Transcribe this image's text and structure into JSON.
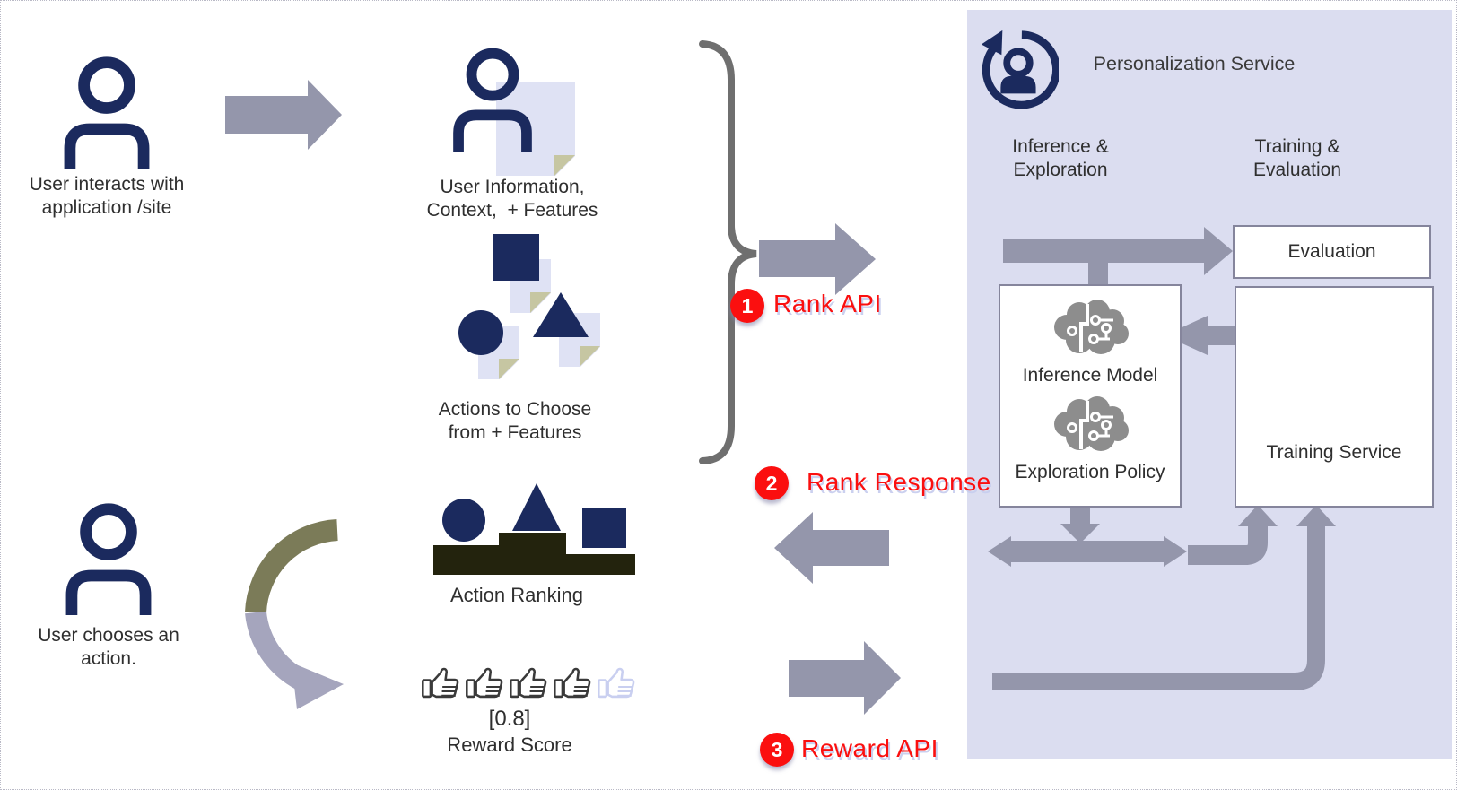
{
  "colors": {
    "navy": "#1b2a5e",
    "arrow-gray": "#9496ab",
    "panel-bg": "#dbddf0",
    "doc-bg": "#dfe2f4",
    "doc-fold": "#c6c6a2",
    "red": "#fb0f0f",
    "podium": "#23230d",
    "brace-gray": "#6f6f6f",
    "text": "#2f2f2f",
    "curve-olive": "#7b7b58",
    "curve-gray": "#a5a5bd",
    "box-border": "#85859c",
    "brain-gray": "#8d8d8d",
    "thumb-dark": "#3a3a3a",
    "thumb-faded": "#c9cff0"
  },
  "labels": {
    "user_interacts": {
      "line1": "User interacts with",
      "line2": "application /site"
    },
    "user_info": {
      "line1": "User Information,",
      "line2": "Context,  + Features"
    },
    "actions": {
      "line1": "Actions to Choose",
      "line2": "from + Features"
    },
    "user_chooses": {
      "line1": "User chooses an",
      "line2": "action."
    },
    "action_ranking": "Action Ranking",
    "reward_value": "[0.8]",
    "reward_score": "Reward Score"
  },
  "steps": {
    "rank": {
      "num": "1",
      "label": "Rank API"
    },
    "rank_response": {
      "num": "2",
      "label": "Rank Response"
    },
    "reward": {
      "num": "3",
      "label": "Reward API"
    }
  },
  "service": {
    "title": "Personalization Service",
    "col_inference": {
      "line1": "Inference &",
      "line2": "Exploration"
    },
    "col_training": {
      "line1": "Training &",
      "line2": "Evaluation"
    },
    "evaluation": "Evaluation",
    "inference_model": "Inference Model",
    "exploration_policy": "Exploration Policy",
    "training_service": "Training Service"
  }
}
